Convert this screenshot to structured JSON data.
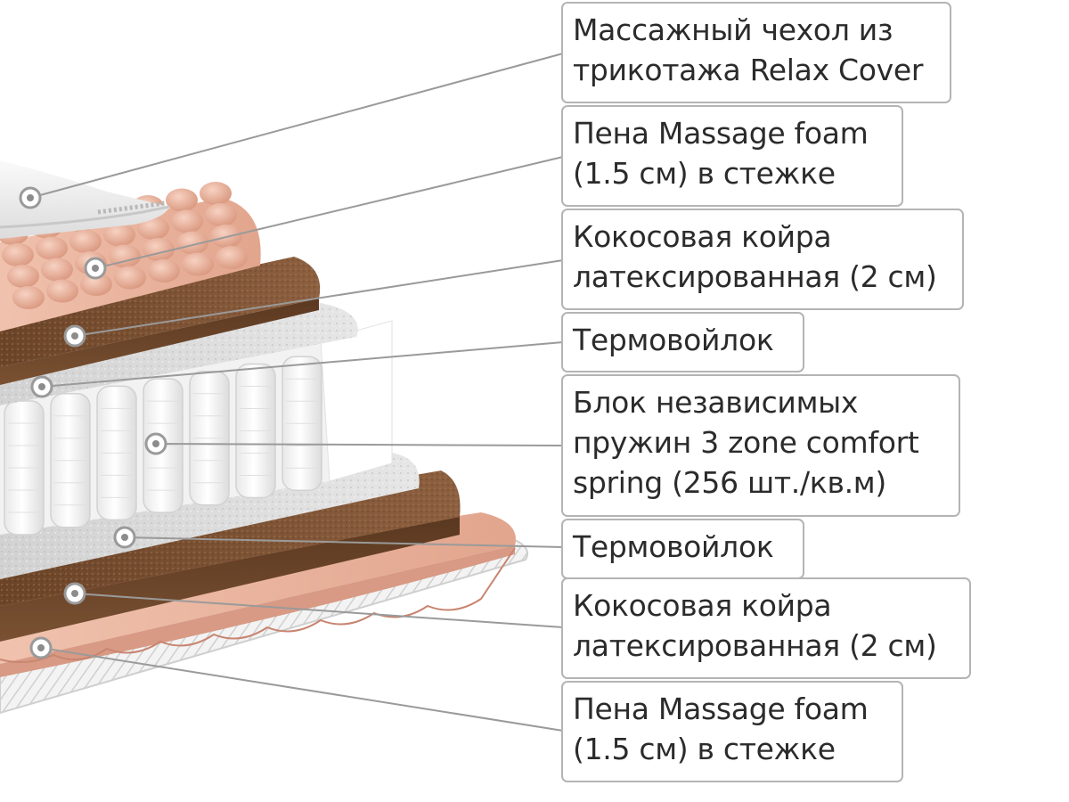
{
  "colors": {
    "leader_line": "#9a9a9a",
    "box_border": "#b4b4b4",
    "text": "#2b2b2b",
    "coir": "#7a5132",
    "massage_foam": "#e8b5a0",
    "felt": "#d6d6d6",
    "springs": "#f4f4f4",
    "cover": "#ececec"
  },
  "layers": [
    {
      "id": "cover",
      "lines": [
        "Массажный чехол из",
        "трикотажа Relax Cover"
      ]
    },
    {
      "id": "foam-top",
      "lines": [
        "Пена Massage foam",
        "(1.5 см) в стежке"
      ]
    },
    {
      "id": "coir-top",
      "lines": [
        "Кокосовая койра",
        "латексированная (2 см)"
      ]
    },
    {
      "id": "felt-top",
      "lines": [
        "Термовойлок"
      ]
    },
    {
      "id": "springs",
      "lines": [
        "Блок независимых",
        "пружин 3 zone comfort",
        "spring (256 шт./кв.м)"
      ]
    },
    {
      "id": "felt-bottom",
      "lines": [
        "Термовойлок"
      ]
    },
    {
      "id": "coir-bottom",
      "lines": [
        "Кокосовая койра",
        "латексированная (2 см)"
      ]
    },
    {
      "id": "foam-bottom",
      "lines": [
        "Пена Massage foam",
        "(1.5 см) в стежке"
      ]
    }
  ]
}
